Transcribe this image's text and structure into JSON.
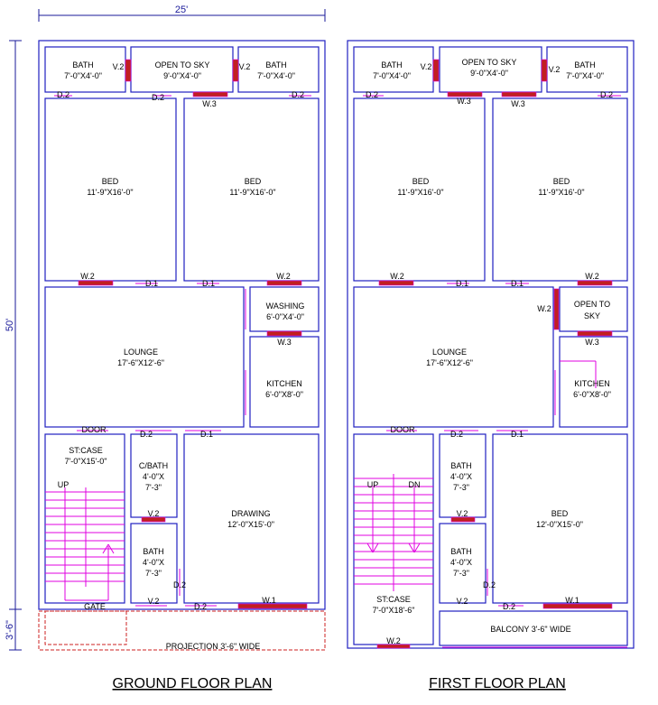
{
  "dimensions": {
    "width": "25'",
    "depth": "50'",
    "projection_depth": "3'-6\""
  },
  "ground_floor": {
    "title": "GROUND FLOOR PLAN",
    "rooms": {
      "bath_left": [
        "BATH",
        "7'-0\"X4'-0\""
      ],
      "open_to_sky": [
        "OPEN TO SKY",
        "9'-0\"X4'-0\""
      ],
      "bath_right": [
        "BATH",
        "7'-0\"X4'-0\""
      ],
      "bed_left": [
        "BED",
        "11'-9\"X16'-0\""
      ],
      "bed_right": [
        "BED",
        "11'-9\"X16'-0\""
      ],
      "washing": [
        "WASHING",
        "6'-0\"X4'-0\""
      ],
      "lounge": [
        "LOUNGE",
        "17'-6\"X12'-6\""
      ],
      "kitchen": [
        "KITCHEN",
        "6'-0\"X8'-0\""
      ],
      "staircase": [
        "ST:CASE",
        "7'-0\"X15'-0\""
      ],
      "common_bath": [
        "C/BATH",
        "4'-0\"X",
        "7'-3\""
      ],
      "bath_small": [
        "BATH",
        "4'-0\"X",
        "7'-3\""
      ],
      "drawing": [
        "DRAWING",
        "12'-0\"X15'-0\""
      ]
    },
    "tags": {
      "v2_left": "V.2",
      "v2_right": "V.2",
      "d2_a": "D.2",
      "d2_b": "D.2",
      "d2_c": "D.2",
      "w3_top": "W.3",
      "w2_left": "W.2",
      "d1_left": "D.1",
      "d1_right": "D.1",
      "w2_right": "W.2",
      "w3_kitchen": "W.3",
      "door": "DOOR",
      "d2_cbath": "D.2",
      "d1_drawing": "D.1",
      "up": "UP",
      "gate": "GATE",
      "v2_cbath": "V.2",
      "v2_bath": "V.2",
      "d2_bath": "D.2",
      "d2_front": "D.2",
      "w1": "W.1"
    },
    "projection_note": "PROJECTION 3'-6\" WIDE"
  },
  "first_floor": {
    "title": "FIRST FLOOR PLAN",
    "rooms": {
      "bath_left": [
        "BATH",
        "7'-0\"X4'-0\""
      ],
      "open_to_sky": [
        "OPEN TO SKY",
        "9'-0\"X4'-0\""
      ],
      "bath_right": [
        "BATH",
        "7'-0\"X4'-0\""
      ],
      "bed_left": [
        "BED",
        "11'-9\"X16'-0\""
      ],
      "bed_right": [
        "BED",
        "11'-9\"X16'-0\""
      ],
      "open_to_sky_mid": [
        "OPEN TO",
        "SKY"
      ],
      "lounge": [
        "LOUNGE",
        "17'-6\"X12'-6\""
      ],
      "kitchen": [
        "KITCHEN",
        "6'-0\"X8'-0\""
      ],
      "bath_a": [
        "BATH",
        "4'-0\"X",
        "7'-3\""
      ],
      "bath_b": [
        "BATH",
        "4'-0\"X",
        "7'-3\""
      ],
      "bed_front": [
        "BED",
        "12'-0\"X15'-0\""
      ],
      "staircase": [
        "ST:CASE",
        "7'-0\"X18'-6\""
      ]
    },
    "tags": {
      "v2_left": "V.2",
      "v2_right": "V.2",
      "d2_a": "D.2",
      "w3_a": "W.3",
      "w3_b": "W.3",
      "d2_b": "D.2",
      "w2_left": "W.2",
      "d1_left": "D.1",
      "d1_right": "D.1",
      "w2_right": "W.2",
      "w2_mid": "W.2",
      "w3_kitchen": "W.3",
      "door": "DOOR",
      "d2_bath": "D.2",
      "d1_bed": "D.1",
      "up": "UP",
      "dn": "DN",
      "v2_a": "V.2",
      "v2_b": "V.2",
      "d2_c": "D.2",
      "d2_d": "D.2",
      "w1": "W.1",
      "w2_stair": "W.2"
    },
    "balcony_note": "BALCONY 3'-6\" WIDE"
  },
  "colors": {
    "wall": "#2020c0",
    "opening": "#e000e0",
    "window_fill": "#c02020",
    "dimension": "#1a1a9a",
    "projection": "#cc2222"
  }
}
